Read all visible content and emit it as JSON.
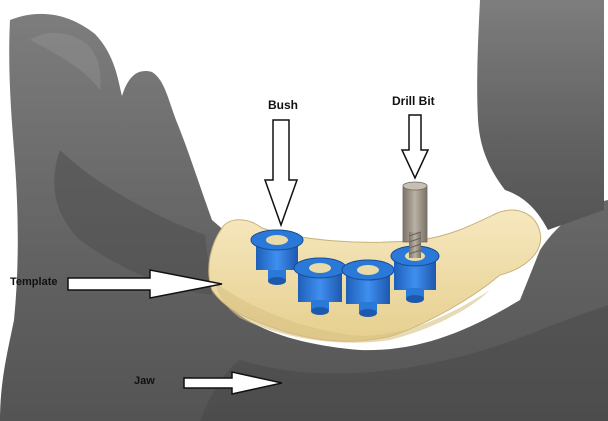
{
  "labels": {
    "bush": "Bush",
    "drill_bit": "Drill Bit",
    "template": "Template",
    "jaw": "Jaw"
  },
  "colors": {
    "background": "#ffffff",
    "jaw": "#6b6b6b",
    "jaw_dark": "#4e4e4e",
    "template": "#efdca6",
    "bush": "#2a78d8",
    "drill_bit": "#9b9286",
    "arrow_stroke": "#111111"
  },
  "components": [
    "jaw-bone",
    "surgical-template",
    "bush",
    "drill-bit"
  ],
  "bush_count": 4
}
